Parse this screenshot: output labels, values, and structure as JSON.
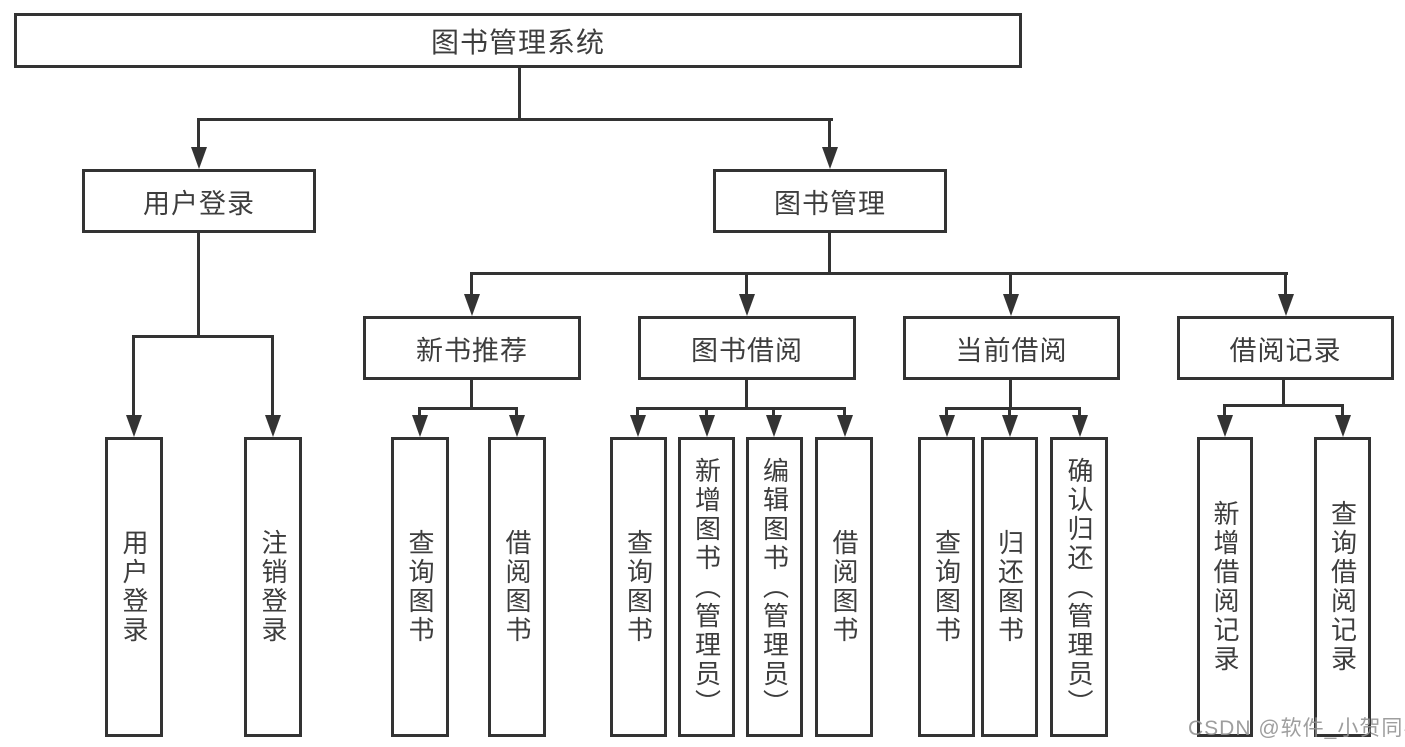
{
  "diagram": {
    "root": "图书管理系统",
    "level2": {
      "user_login": "用户登录",
      "book_mgmt": "图书管理"
    },
    "level3": {
      "new_book_rec": "新书推荐",
      "book_borrow": "图书借阅",
      "current_borrow": "当前借阅",
      "borrow_records": "借阅记录"
    },
    "leaves": {
      "user_login_1": "用户登录",
      "user_login_2": "注销登录",
      "new_book_1": "查询图书",
      "new_book_2": "借阅图书",
      "borrow_1": "查询图书",
      "borrow_2": "新增图书（管理员）",
      "borrow_3": "编辑图书（管理员）",
      "borrow_4": "借阅图书",
      "current_1": "查询图书",
      "current_2": "归还图书",
      "current_3": "确认归还（管理员）",
      "records_1": "新增借阅记录",
      "records_2": "查询借阅记录"
    }
  },
  "watermark": "CSDN @软件_小贺同学",
  "colors": {
    "line": "#333333",
    "box_border": "#333333",
    "text": "#3d3d3d",
    "background": "#ffffff",
    "watermark": "#949494"
  }
}
